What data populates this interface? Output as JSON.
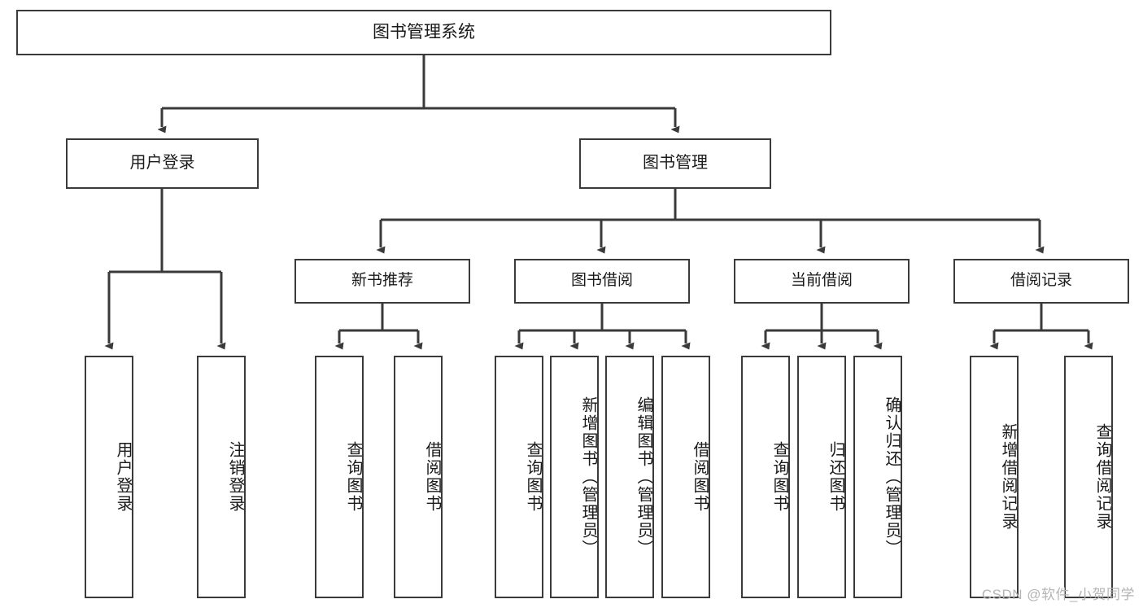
{
  "diagram": {
    "type": "tree-hierarchy",
    "title": "图书管理系统",
    "watermark": "CSDN @软件_小贺同学",
    "colors": {
      "stroke": "#3a3a3a",
      "fill": "#ffffff",
      "text": "#1a1a1a",
      "watermark": "#b4b4b4"
    },
    "nodes": {
      "root": {
        "label": "图书管理系统"
      },
      "level2": [
        {
          "id": "user-login",
          "label": "用户登录"
        },
        {
          "id": "book-manage",
          "label": "图书管理"
        }
      ],
      "level3": [
        {
          "id": "new-book-rec",
          "label": "新书推荐"
        },
        {
          "id": "book-borrow",
          "label": "图书借阅"
        },
        {
          "id": "current-borrow",
          "label": "当前借阅"
        },
        {
          "id": "borrow-record",
          "label": "借阅记录"
        }
      ],
      "leaves": {
        "user-login": [
          {
            "id": "leaf-user-login",
            "label": "用户登录"
          },
          {
            "id": "leaf-user-logout",
            "label": "注销登录"
          }
        ],
        "new-book-rec": [
          {
            "id": "leaf-query-book-1",
            "label": "查询图书"
          },
          {
            "id": "leaf-borrow-book-1",
            "label": "借阅图书"
          }
        ],
        "book-borrow": [
          {
            "id": "leaf-query-book-2",
            "label": "查询图书"
          },
          {
            "id": "leaf-add-book",
            "label": "新增图书（管理员）"
          },
          {
            "id": "leaf-edit-book",
            "label": "编辑图书（管理员）"
          },
          {
            "id": "leaf-borrow-book-2",
            "label": "借阅图书"
          }
        ],
        "current-borrow": [
          {
            "id": "leaf-query-book-3",
            "label": "查询图书"
          },
          {
            "id": "leaf-return-book",
            "label": "归还图书"
          },
          {
            "id": "leaf-confirm-return",
            "label": "确认归还（管理员）"
          }
        ],
        "borrow-record": [
          {
            "id": "leaf-add-record",
            "label": "新增借阅记录"
          },
          {
            "id": "leaf-query-record",
            "label": "查询借阅记录"
          }
        ]
      }
    }
  }
}
